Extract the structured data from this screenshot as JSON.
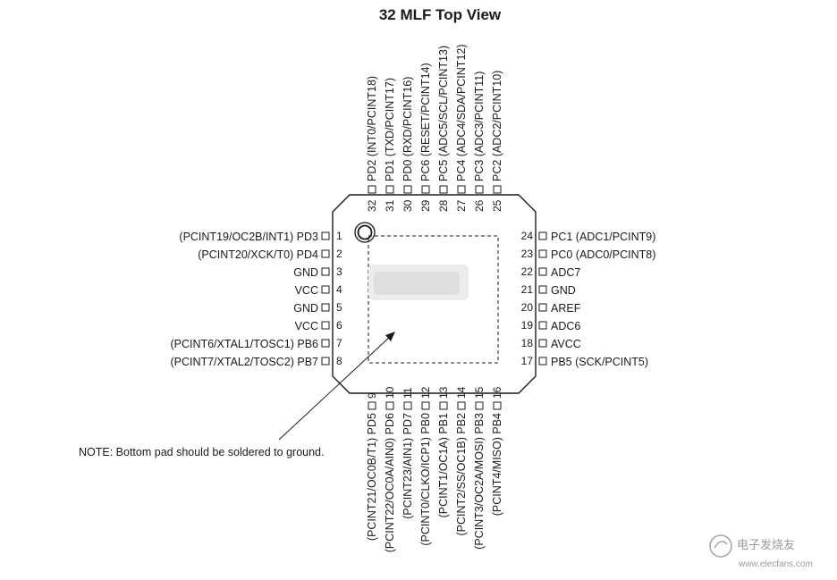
{
  "title": "32 MLF Top View",
  "note": "NOTE:  Bottom pad should be soldered to ground.",
  "watermark": {
    "name": "电子发烧友",
    "url": "www.elecfans.com"
  },
  "pins": {
    "left": [
      {
        "num": "1",
        "label": "(PCINT19/OC2B/INT1) PD3"
      },
      {
        "num": "2",
        "label": "(PCINT20/XCK/T0) PD4"
      },
      {
        "num": "3",
        "label": "GND"
      },
      {
        "num": "4",
        "label": "VCC"
      },
      {
        "num": "5",
        "label": "GND"
      },
      {
        "num": "6",
        "label": "VCC"
      },
      {
        "num": "7",
        "label": "(PCINT6/XTAL1/TOSC1) PB6"
      },
      {
        "num": "8",
        "label": "(PCINT7/XTAL2/TOSC2) PB7"
      }
    ],
    "bottom": [
      {
        "num": "9",
        "label": "(PCINT21/OC0B/T1) PD5"
      },
      {
        "num": "10",
        "label": "(PCINT22/OC0A/AIN0) PD6"
      },
      {
        "num": "11",
        "label": "(PCINT23/AIN1) PD7"
      },
      {
        "num": "12",
        "label": "(PCINT0/CLKO/ICP1) PB0"
      },
      {
        "num": "13",
        "label": "(PCINT1/OC1A) PB1"
      },
      {
        "num": "14",
        "label": "(PCINT2/SS/OC1B) PB2"
      },
      {
        "num": "15",
        "label": "(PCINT3/OC2A/MOSI) PB3"
      },
      {
        "num": "16",
        "label": "(PCINT4/MISO) PB4"
      }
    ],
    "right": [
      {
        "num": "24",
        "label": "PC1 (ADC1/PCINT9)"
      },
      {
        "num": "23",
        "label": "PC0 (ADC0/PCINT8)"
      },
      {
        "num": "22",
        "label": "ADC7"
      },
      {
        "num": "21",
        "label": "GND"
      },
      {
        "num": "20",
        "label": "AREF"
      },
      {
        "num": "19",
        "label": "ADC6"
      },
      {
        "num": "18",
        "label": "AVCC"
      },
      {
        "num": "17",
        "label": "PB5 (SCK/PCINT5)"
      }
    ],
    "top": [
      {
        "num": "32",
        "label": "PD2 (INT0/PCINT18)"
      },
      {
        "num": "31",
        "label": "PD1 (TXD/PCINT17)"
      },
      {
        "num": "30",
        "label": "PD0 (RXD/PCINT16)"
      },
      {
        "num": "29",
        "label": "PC6 (RESET/PCINT14)"
      },
      {
        "num": "28",
        "label": "PC5 (ADC5/SCL/PCINT13)"
      },
      {
        "num": "27",
        "label": "PC4 (ADC4/SDA/PCINT12)"
      },
      {
        "num": "26",
        "label": "PC3 (ADC3/PCINT11)"
      },
      {
        "num": "25",
        "label": "PC2 (ADC2/PCINT10)"
      }
    ]
  }
}
